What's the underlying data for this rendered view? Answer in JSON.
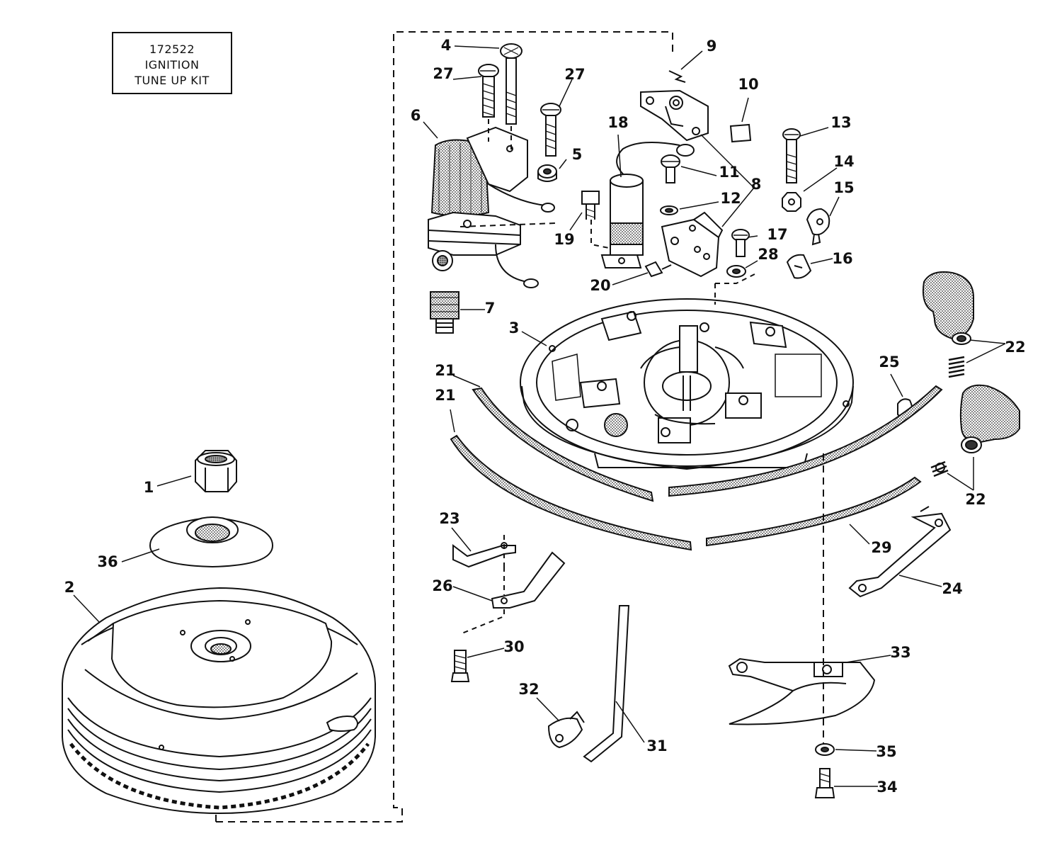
{
  "kit": {
    "part_number": "172522",
    "line1": "IGNITION",
    "line2": "TUNE UP KIT"
  },
  "callouts": [
    {
      "id": "c1",
      "label": "1"
    },
    {
      "id": "c2",
      "label": "2"
    },
    {
      "id": "c3",
      "label": "3"
    },
    {
      "id": "c4",
      "label": "4"
    },
    {
      "id": "c5",
      "label": "5"
    },
    {
      "id": "c6",
      "label": "6"
    },
    {
      "id": "c7",
      "label": "7"
    },
    {
      "id": "c8",
      "label": "8"
    },
    {
      "id": "c9",
      "label": "9"
    },
    {
      "id": "c10",
      "label": "10"
    },
    {
      "id": "c11",
      "label": "11"
    },
    {
      "id": "c12",
      "label": "12"
    },
    {
      "id": "c13",
      "label": "13"
    },
    {
      "id": "c14",
      "label": "14"
    },
    {
      "id": "c15",
      "label": "15"
    },
    {
      "id": "c16",
      "label": "16"
    },
    {
      "id": "c17",
      "label": "17"
    },
    {
      "id": "c18",
      "label": "18"
    },
    {
      "id": "c19",
      "label": "19"
    },
    {
      "id": "c20",
      "label": "20"
    },
    {
      "id": "c21a",
      "label": "21"
    },
    {
      "id": "c21b",
      "label": "21"
    },
    {
      "id": "c22a",
      "label": "22"
    },
    {
      "id": "c22b",
      "label": "22"
    },
    {
      "id": "c23",
      "label": "23"
    },
    {
      "id": "c24",
      "label": "24"
    },
    {
      "id": "c25",
      "label": "25"
    },
    {
      "id": "c26",
      "label": "26"
    },
    {
      "id": "c27a",
      "label": "27"
    },
    {
      "id": "c27b",
      "label": "27"
    },
    {
      "id": "c28",
      "label": "28"
    },
    {
      "id": "c29",
      "label": "29"
    },
    {
      "id": "c30",
      "label": "30"
    },
    {
      "id": "c31",
      "label": "31"
    },
    {
      "id": "c32",
      "label": "32"
    },
    {
      "id": "c33",
      "label": "33"
    },
    {
      "id": "c34",
      "label": "34"
    },
    {
      "id": "c35",
      "label": "35"
    },
    {
      "id": "c36",
      "label": "36"
    }
  ]
}
